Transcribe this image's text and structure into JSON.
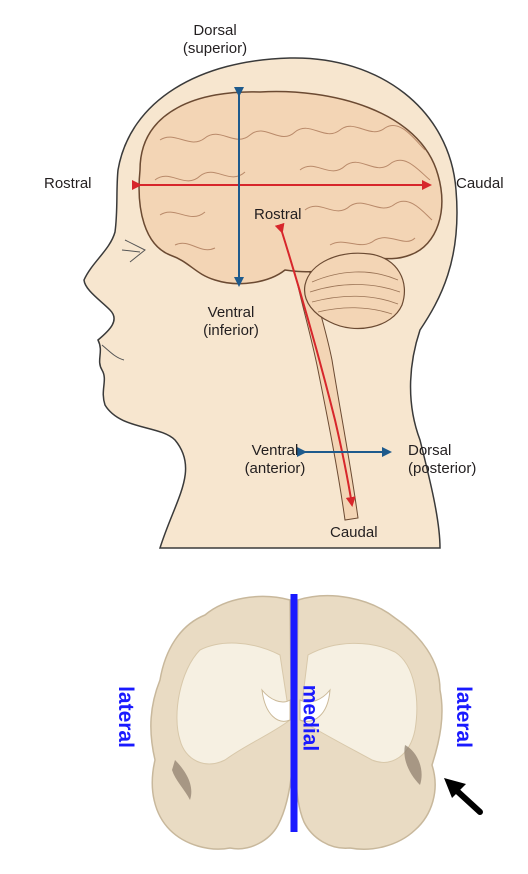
{
  "top_diagram": {
    "dorsal_superior": [
      "Dorsal",
      "(superior)"
    ],
    "rostral_left": "Rostral",
    "caudal_right": "Caudal",
    "rostral_inner": "Rostral",
    "ventral_inferior": [
      "Ventral",
      "(inferior)"
    ],
    "ventral_anterior": [
      "Ventral",
      "(anterior)"
    ],
    "dorsal_posterior": [
      "Dorsal",
      "(posterior)"
    ],
    "caudal_bottom": "Caudal"
  },
  "bottom_diagram": {
    "lateral_left": "lateral",
    "medial": "medial",
    "lateral_right": "lateral"
  },
  "colors": {
    "red_axis": "#d7262b",
    "blue_axis": "#1e5a8c",
    "skin": "#f7e6cf",
    "brain": "#f3d5b5",
    "label_blue": "#1a1aff"
  }
}
